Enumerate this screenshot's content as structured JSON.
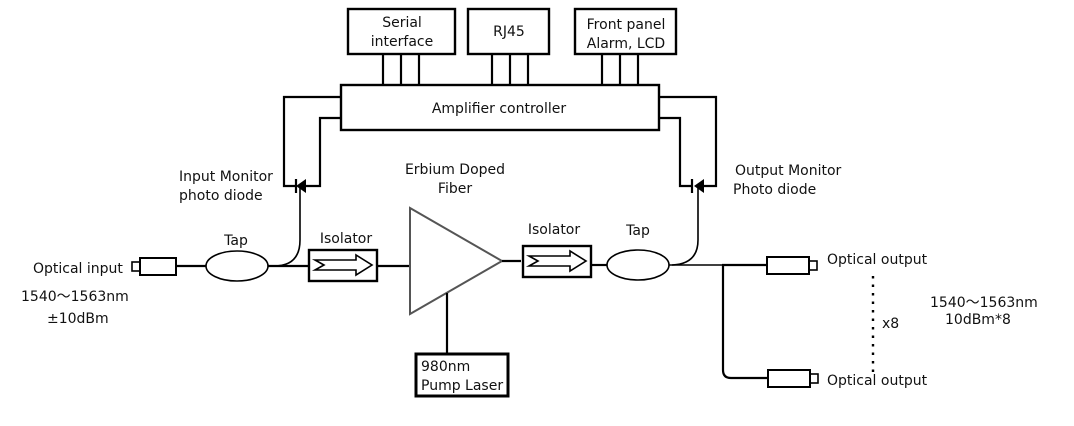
{
  "diagram": {
    "title": "EDFA optical amplifier block diagram",
    "blocks": {
      "serial_interface": [
        "Serial",
        "interface"
      ],
      "rj45": "RJ45",
      "front_panel": [
        "Front panel",
        "Alarm, LCD"
      ],
      "amplifier_controller": "Amplifier controller",
      "erbium_doped_fiber": [
        "Erbium Doped",
        "Fiber"
      ],
      "pump_laser": [
        "980nm",
        "Pump Laser"
      ],
      "isolator_in": "Isolator",
      "isolator_out": "Isolator",
      "tap_in": "Tap",
      "tap_out": "Tap"
    },
    "monitors": {
      "input": [
        "Input Monitor",
        "photo diode"
      ],
      "output": [
        "Output Monitor",
        "Photo diode"
      ]
    },
    "input": {
      "label": "Optical input",
      "wavelength": "1540～1563nm",
      "power": "±10dBm"
    },
    "output": {
      "label_top": "Optical output",
      "label_bottom": "Optical output",
      "multiplier": "x8",
      "wavelength": "1540～1563nm",
      "power": "10dBm*8"
    }
  }
}
